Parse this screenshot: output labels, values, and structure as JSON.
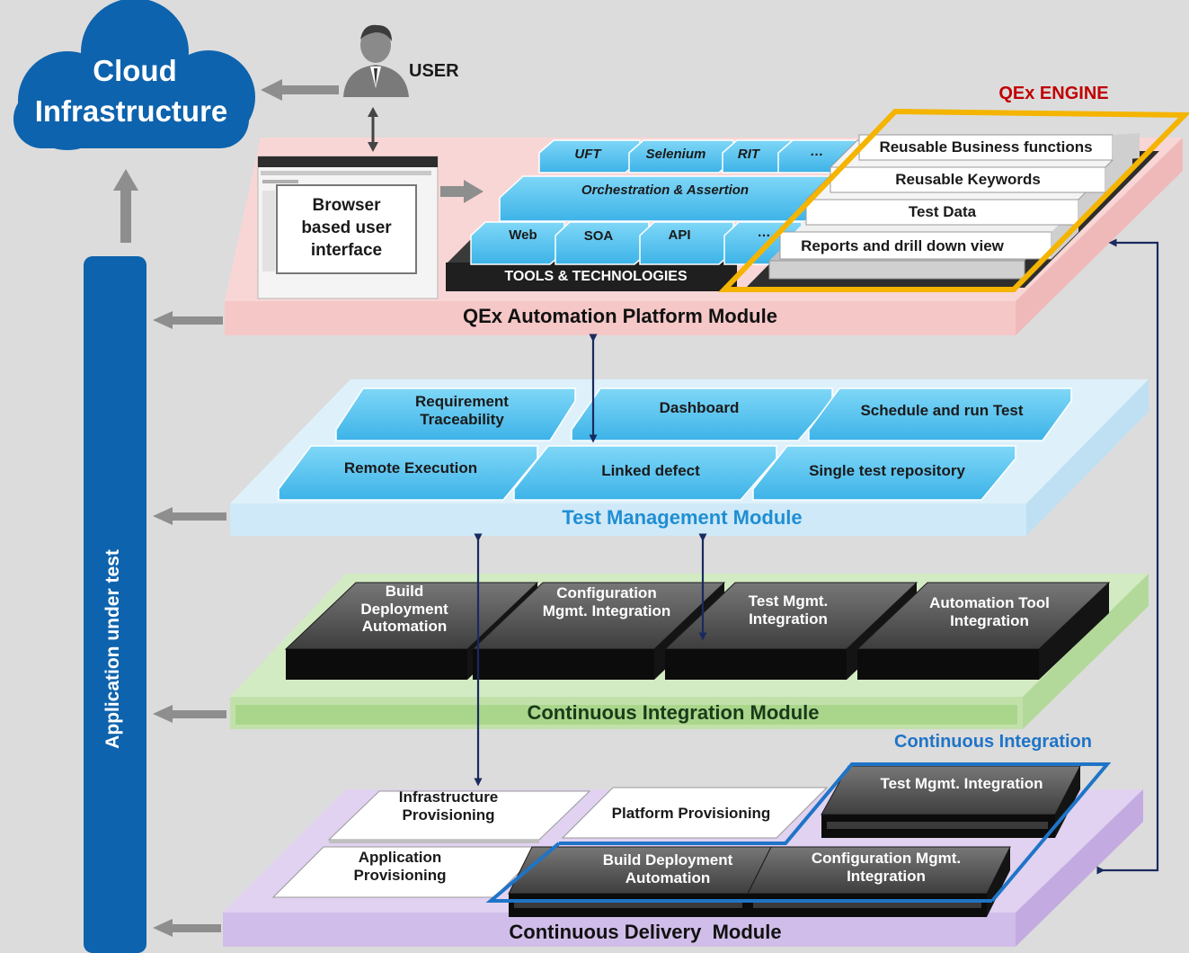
{
  "cloud": {
    "line1": "Cloud",
    "line2": "Infrastructure"
  },
  "user": {
    "label": "USER"
  },
  "aut": {
    "label": "Application under test"
  },
  "browser_ui": {
    "line1": "Browser",
    "line2": "based user",
    "line3": "interface"
  },
  "qex_engine": {
    "title": "QEx ENGINE",
    "items": [
      "Reusable Business functions",
      "Reusable Keywords",
      "Test Data",
      "Reports and drill down view"
    ]
  },
  "tools": {
    "title": "TOOLS & TECHNOLOGIES",
    "top_row": [
      "UFT",
      "Selenium",
      "RIT",
      "…"
    ],
    "middle": "Orchestration & Assertion",
    "bottom_row": [
      "Web",
      "SOA",
      "API",
      "…"
    ]
  },
  "modules": {
    "automation": "QEx Automation Platform Module",
    "test_mgmt": "Test Management Module",
    "ci": "Continuous Integration Module",
    "cd": "Continuous Delivery  Module"
  },
  "test_mgmt": {
    "items": [
      "Requirement Traceability",
      "Dashboard",
      "Schedule and run Test",
      "Remote Execution",
      "Linked defect",
      "Single test repository"
    ]
  },
  "ci": {
    "items": [
      "Build Deployment Automation",
      "Configuration Mgmt. Integration",
      "Test Mgmt. Integration",
      "Automation Tool Integration"
    ]
  },
  "cd": {
    "ci_group_label": "Continuous  Integration",
    "white_items": [
      "Infrastructure Provisioning",
      "Platform Provisioning",
      "Application Provisioning"
    ],
    "dark_items": [
      "Test Mgmt. Integration",
      "Build Deployment Automation",
      "Configuration Mgmt. Integration"
    ]
  },
  "colors": {
    "cloud_blue": "#0d63ad",
    "engine_red": "#c00000",
    "engine_border": "#f4b400",
    "ci_label_blue": "#1f74c7",
    "platform_pink": "#f9d3d3",
    "test_mgmt_blue": "#d9eefa",
    "ci_green": "#cfe8bc",
    "cd_purple": "#dccdee",
    "tile_blue": "#58c4ef"
  }
}
